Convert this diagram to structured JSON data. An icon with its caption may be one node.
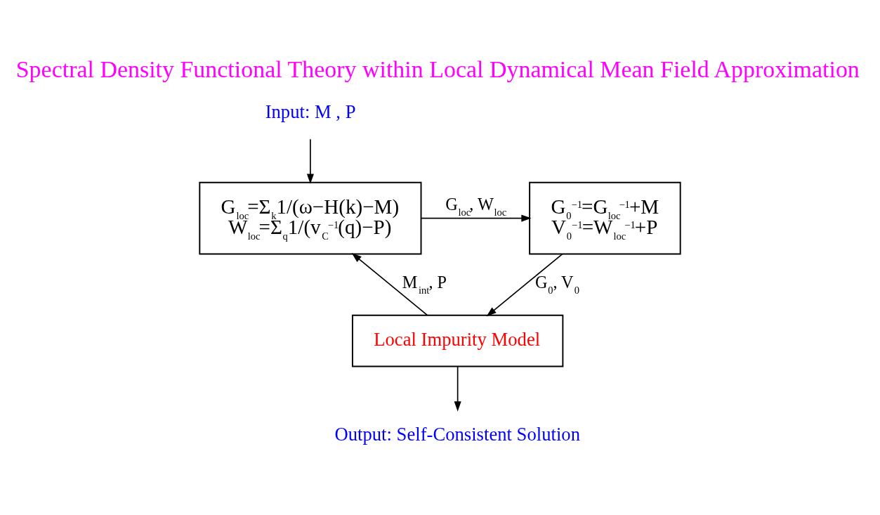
{
  "diagram": {
    "title": "Spectral Density Functional Theory within Local Dynamical Mean Field Approximation",
    "nodes": [
      {
        "text": [
          "Input: M , P"
        ]
      },
      {
        "text": [
          "G$_{loc}$=Σ$_{k}$1/(ω−H(k)−M)",
          "W$_{loc}$=Σ$_{q}$1/(v$_{C}$$^{−1}$(q)−P)"
        ]
      },
      {
        "text": [
          "G$_{0}$$^{−1}$=G$_{loc}$$^{−1}$+M",
          "V$_{0}$$^{−1}$=W$_{loc}$$^{−1}$+P"
        ]
      },
      {
        "text": [
          "Local Impurity Model"
        ]
      },
      {
        "text": [
          "Output: Self-Consistent Solution"
        ]
      }
    ],
    "edges": [
      {
        "from": 0,
        "to": 1,
        "arrow": "to"
      },
      {
        "from": 1,
        "to": 2,
        "arrow": "to",
        "label": "G$_{loc}$, W$_{loc}$"
      },
      {
        "from": 2,
        "to": 3,
        "arrow": "to",
        "label": "G$_{0}$, V$_{0}$"
      },
      {
        "from": 3,
        "to": 1,
        "arrow": "to",
        "label": "M$_{int}$, P"
      },
      {
        "from": 3,
        "to": 4,
        "arrow": "to"
      }
    ]
  }
}
